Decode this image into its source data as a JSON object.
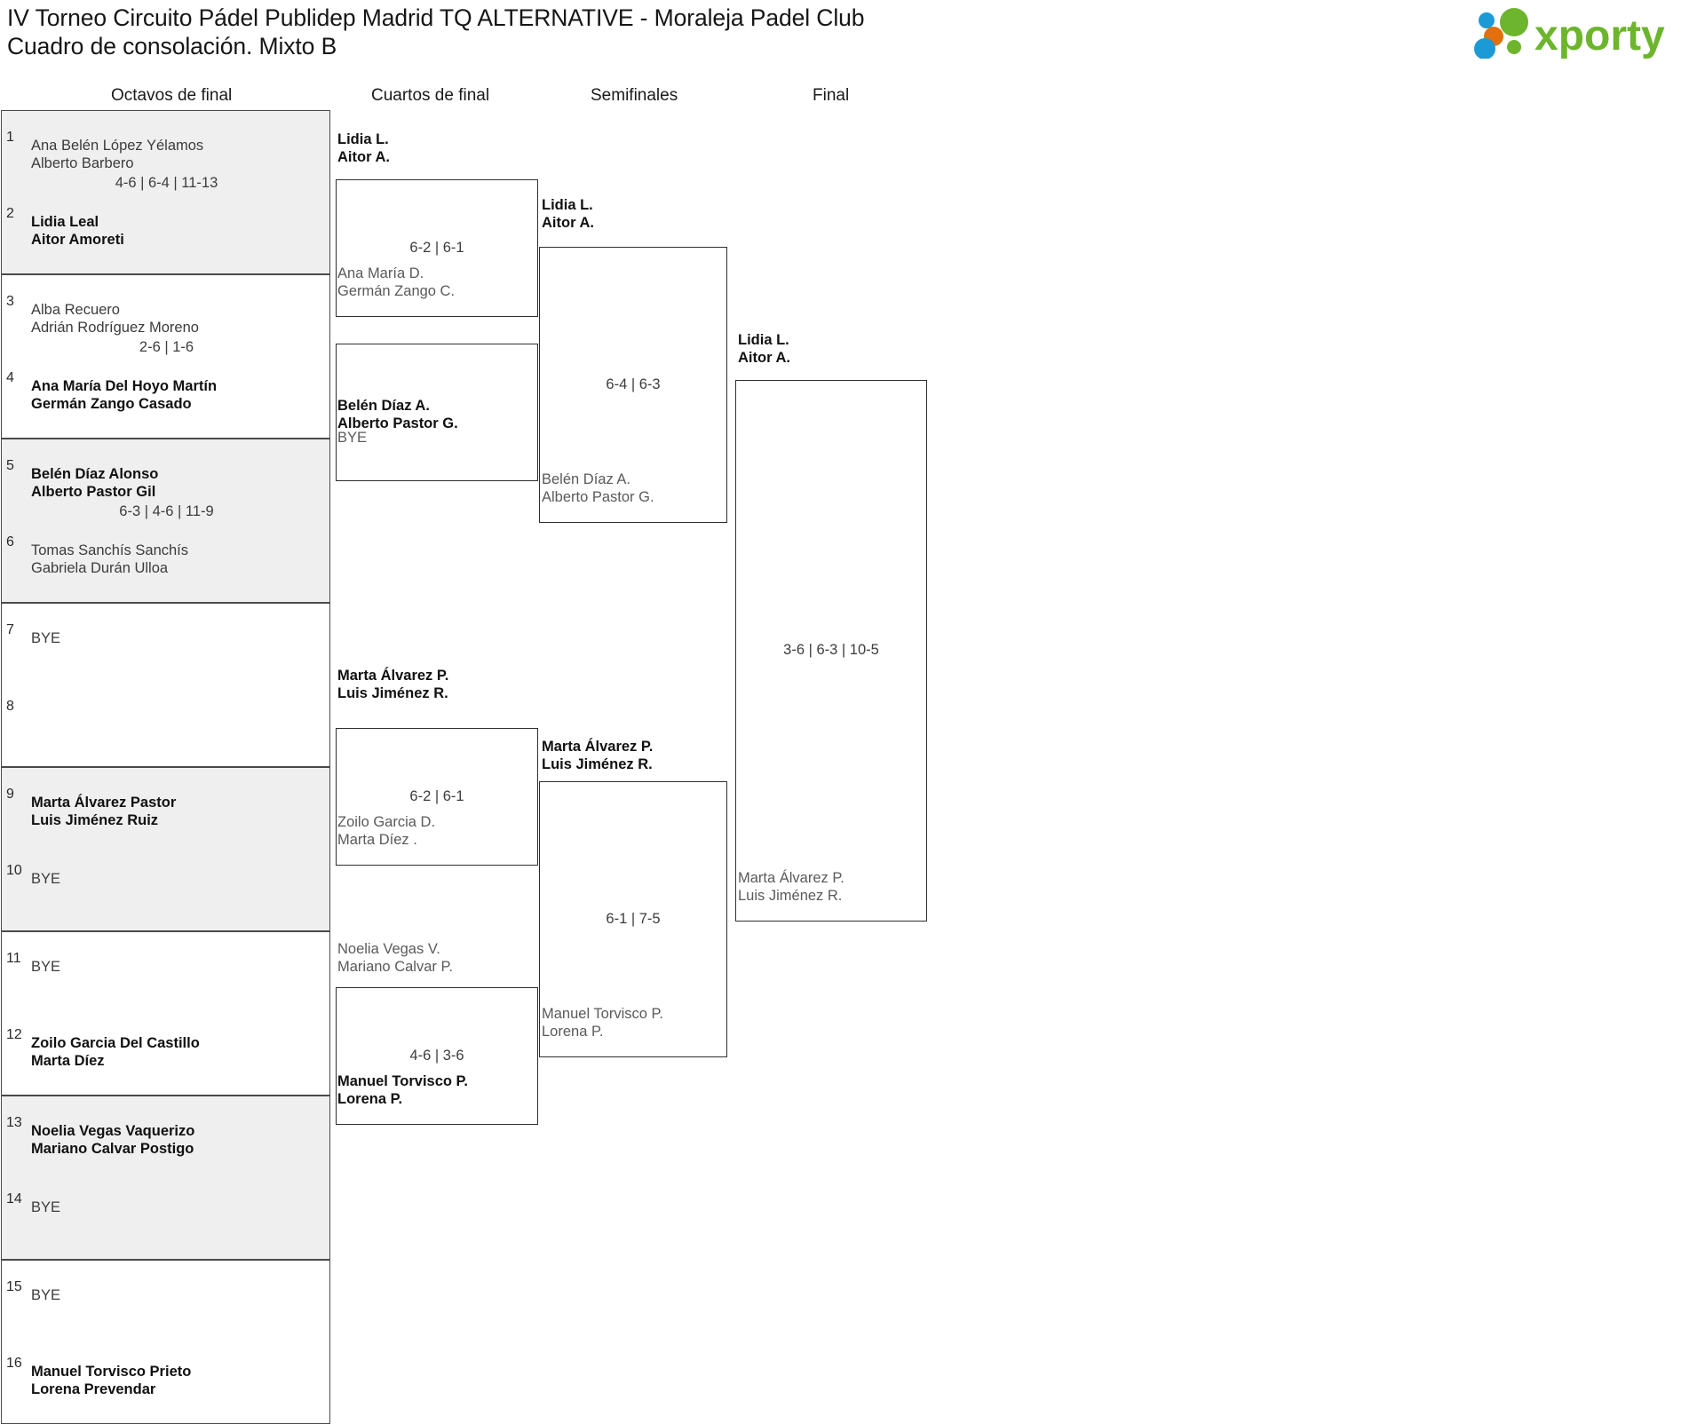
{
  "header": {
    "title_line1": "IV Torneo Circuito Pádel Publidep Madrid TQ ALTERNATIVE - Moraleja Padel Club",
    "title_line2": "Cuadro de consolación. Mixto B",
    "logo_text": "xporty",
    "logo_colors": {
      "green": "#6cb52d",
      "blue": "#1b9ad6",
      "orange": "#e2700d"
    }
  },
  "rounds": [
    {
      "label": "Octavos de final"
    },
    {
      "label": "Cuartos de final"
    },
    {
      "label": "Semifinales"
    },
    {
      "label": "Final"
    }
  ],
  "round1": {
    "matches": [
      {
        "shaded": true,
        "score": "4-6 | 6-4 | 11-13",
        "top": {
          "seed": "1",
          "p1": "Ana Belén López Yélamos",
          "p2": "Alberto Barbero",
          "winner": false
        },
        "bottom": {
          "seed": "2",
          "p1": "Lidia Leal",
          "p2": "Aitor Amoreti",
          "winner": true
        }
      },
      {
        "shaded": false,
        "score": "2-6 | 1-6",
        "top": {
          "seed": "3",
          "p1": "Alba Recuero",
          "p2": "Adrián Rodríguez Moreno",
          "winner": false
        },
        "bottom": {
          "seed": "4",
          "p1": "Ana María Del Hoyo Martín",
          "p2": "Germán Zango Casado",
          "winner": true
        }
      },
      {
        "shaded": true,
        "score": "6-3 | 4-6 | 11-9",
        "top": {
          "seed": "5",
          "p1": "Belén Díaz Alonso",
          "p2": "Alberto Pastor Gil",
          "winner": true
        },
        "bottom": {
          "seed": "6",
          "p1": "Tomas Sanchís Sanchís",
          "p2": "Gabriela Durán Ulloa",
          "winner": false
        }
      },
      {
        "shaded": false,
        "score": "",
        "top": {
          "seed": "7",
          "p1": "BYE",
          "p2": "",
          "winner": false
        },
        "bottom": {
          "seed": "8",
          "p1": "",
          "p2": "",
          "winner": false
        }
      },
      {
        "shaded": true,
        "score": "",
        "top": {
          "seed": "9",
          "p1": "Marta Álvarez Pastor",
          "p2": "Luis Jiménez Ruiz",
          "winner": true
        },
        "bottom": {
          "seed": "10",
          "p1": "BYE",
          "p2": "",
          "winner": false
        }
      },
      {
        "shaded": false,
        "score": "",
        "top": {
          "seed": "11",
          "p1": "BYE",
          "p2": "",
          "winner": false
        },
        "bottom": {
          "seed": "12",
          "p1": "Zoilo Garcia Del Castillo",
          "p2": "Marta Díez",
          "winner": true
        }
      },
      {
        "shaded": true,
        "score": "",
        "top": {
          "seed": "13",
          "p1": "Noelia Vegas Vaquerizo",
          "p2": "Mariano Calvar Postigo",
          "winner": true
        },
        "bottom": {
          "seed": "14",
          "p1": "BYE",
          "p2": "",
          "winner": false
        }
      },
      {
        "shaded": false,
        "score": "",
        "top": {
          "seed": "15",
          "p1": "BYE",
          "p2": "",
          "winner": false
        },
        "bottom": {
          "seed": "16",
          "p1": "Manuel Torvisco Prieto",
          "p2": "Lorena Prevendar",
          "winner": true
        }
      }
    ]
  },
  "round2": {
    "matches": [
      {
        "score": "6-2 | 6-1",
        "top": {
          "p1": "Lidia L.",
          "p2": "Aitor A.",
          "winner": true
        },
        "bottom": {
          "p1": "Ana María D.",
          "p2": "Germán Zango C.",
          "winner": false
        }
      },
      {
        "score": "",
        "top": {
          "p1": "Belén Díaz A.",
          "p2": "Alberto Pastor G.",
          "winner": true
        },
        "bottom": {
          "p1": "BYE",
          "p2": "",
          "winner": false
        }
      },
      {
        "score": "6-2 | 6-1",
        "top": {
          "p1": "Marta Álvarez P.",
          "p2": "Luis Jiménez R.",
          "winner": true
        },
        "bottom": {
          "p1": "Zoilo Garcia D.",
          "p2": "Marta Díez .",
          "winner": false
        }
      },
      {
        "score": "4-6 | 3-6",
        "top": {
          "p1": "Noelia Vegas V.",
          "p2": "Mariano Calvar P.",
          "winner": false
        },
        "bottom": {
          "p1": "Manuel Torvisco P.",
          "p2": "Lorena P.",
          "winner": true
        }
      }
    ]
  },
  "round3": {
    "matches": [
      {
        "score": "6-4 | 6-3",
        "top": {
          "p1": "Lidia L.",
          "p2": "Aitor A.",
          "winner": true
        },
        "bottom": {
          "p1": "Belén Díaz A.",
          "p2": "Alberto Pastor G.",
          "winner": false
        }
      },
      {
        "score": "6-1 | 7-5",
        "top": {
          "p1": "Marta Álvarez P.",
          "p2": "Luis Jiménez R.",
          "winner": true
        },
        "bottom": {
          "p1": "Manuel Torvisco P.",
          "p2": "Lorena P.",
          "winner": false
        }
      }
    ]
  },
  "round4": {
    "matches": [
      {
        "score": "3-6 | 6-3 | 10-5",
        "top": {
          "p1": "Lidia L.",
          "p2": "Aitor A.",
          "winner": true
        },
        "bottom": {
          "p1": "Marta Álvarez P.",
          "p2": "Luis Jiménez R.",
          "winner": false
        }
      }
    ]
  }
}
